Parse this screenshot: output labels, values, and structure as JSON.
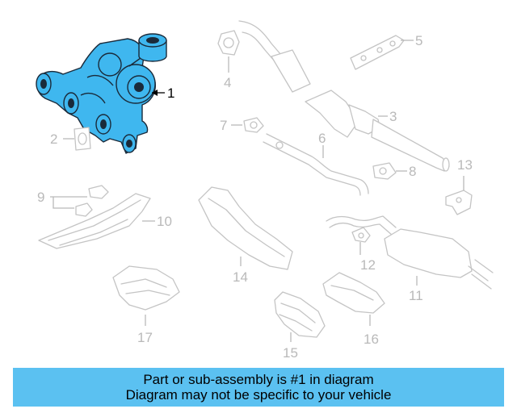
{
  "diagram": {
    "highlight_color": "#3fb7ef",
    "ghost_color": "#c4c4c4",
    "callouts": [
      "1",
      "2",
      "3",
      "4",
      "5",
      "6",
      "7",
      "8",
      "9",
      "10",
      "11",
      "12",
      "13",
      "14",
      "15",
      "16",
      "17"
    ],
    "highlighted_callout": "1"
  },
  "banner": {
    "line1": "Part or sub-assembly is #1 in diagram",
    "line2": "Diagram may not be specific to your vehicle",
    "background": "#5bc1f1"
  }
}
